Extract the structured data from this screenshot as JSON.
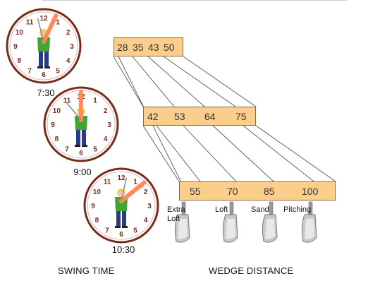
{
  "clocks": [
    {
      "time": "7:30",
      "hand_angle": 292
    },
    {
      "time": "9:00",
      "hand_angle": 270
    },
    {
      "time": "10:30",
      "hand_angle": 315
    }
  ],
  "clock_numbers": [
    "12",
    "1",
    "2",
    "3",
    "4",
    "5",
    "6",
    "7",
    "8",
    "9",
    "10",
    "11"
  ],
  "rows": [
    [
      "28",
      "35",
      "43",
      "50"
    ],
    [
      "42",
      "53",
      "64",
      "75"
    ],
    [
      "55",
      "70",
      "85",
      "100"
    ]
  ],
  "wedges": [
    {
      "label_line1": "Extra",
      "label_line2": "Loft"
    },
    {
      "label_line1": "Loft",
      "label_line2": ""
    },
    {
      "label_line1": "Sand",
      "label_line2": ""
    },
    {
      "label_line1": "Pitching",
      "label_line2": ""
    }
  ],
  "captions": {
    "left": "SWING TIME",
    "right": "WEDGE DISTANCE"
  },
  "colors": {
    "box_fill": "#fbcf8b",
    "clock_rim": "#7a2a1a",
    "numeral": "#7a2a1a",
    "arrow": "#ff8a5a",
    "shirt": "#3fa535",
    "pants": "#2a3a8a",
    "cap": "#f2d23a"
  }
}
